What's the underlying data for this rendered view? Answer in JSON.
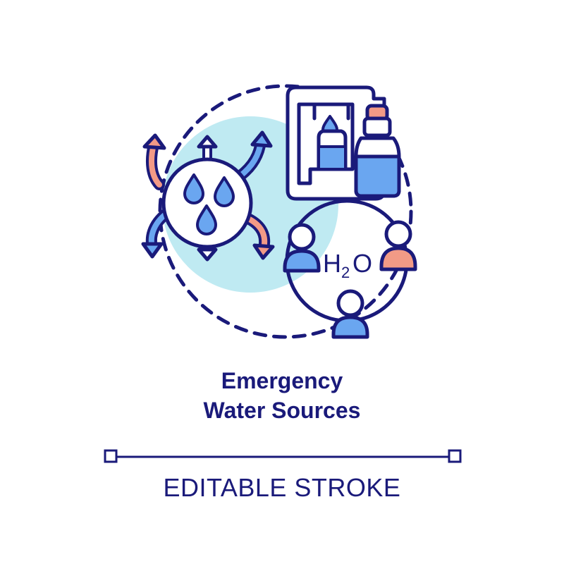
{
  "title": {
    "line1": "Emergency",
    "line2": "Water Sources"
  },
  "footer": {
    "label": "EDITABLE STROKE"
  },
  "illustration": {
    "formula": {
      "H": "H",
      "sub": "2",
      "O": "O"
    },
    "icons": [
      "dashed-circle-outline-icon",
      "water-drops-circle-icon",
      "flow-arrows-icon",
      "water-dispenser-icon",
      "water-bottle-icon",
      "people-sharing-water-icon"
    ]
  },
  "colors": {
    "outline": "#1a1a7a",
    "blue": "#6aa6f0",
    "salmon": "#f29a86",
    "cyan_bg": "#bfeaf2",
    "white": "#ffffff"
  }
}
